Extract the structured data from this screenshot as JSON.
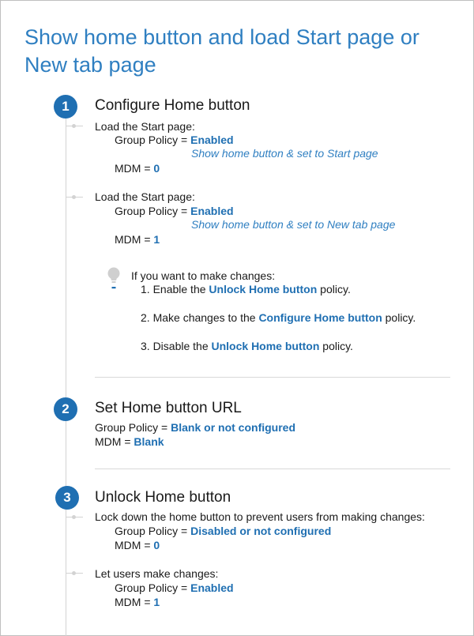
{
  "title": "Show home button and load Start page or New tab page",
  "equals": "=",
  "labels": {
    "group_policy": "Group Policy",
    "mdm": "MDM"
  },
  "section1": {
    "number": "1",
    "heading": "Configure Home button",
    "option_a": {
      "intro": "Load the Start page:",
      "group_policy_value": "Enabled",
      "note": "Show home button & set to Start page",
      "mdm_value": "0"
    },
    "option_b": {
      "intro": "Load the Start page:",
      "group_policy_value": "Enabled",
      "note": "Show home button & set to New tab page",
      "mdm_value": "1"
    },
    "tip": {
      "intro": "If you want to make changes:",
      "step1": {
        "prefix": "1. Enable the ",
        "link": "Unlock Home button",
        "suffix": " policy."
      },
      "step2": {
        "prefix": "2. Make changes to the ",
        "link": "Configure Home button",
        "suffix": " policy."
      },
      "step3": {
        "prefix": "3. Disable the ",
        "link": "Unlock Home button",
        "suffix": " policy."
      }
    }
  },
  "section2": {
    "number": "2",
    "heading": "Set Home button URL",
    "group_policy_value": "Blank or not configured",
    "mdm_value": "Blank"
  },
  "section3": {
    "number": "3",
    "heading": "Unlock Home button",
    "option_a": {
      "intro": "Lock down the home button to prevent users from making changes:",
      "group_policy_value": "Disabled or not configured",
      "mdm_value": "0"
    },
    "option_b": {
      "intro": "Let users make changes:",
      "group_policy_value": "Enabled",
      "mdm_value": "1"
    }
  },
  "colors": {
    "accent": "#2f7fc1",
    "badge": "#1f6fb2",
    "line": "#d3d3d3"
  }
}
